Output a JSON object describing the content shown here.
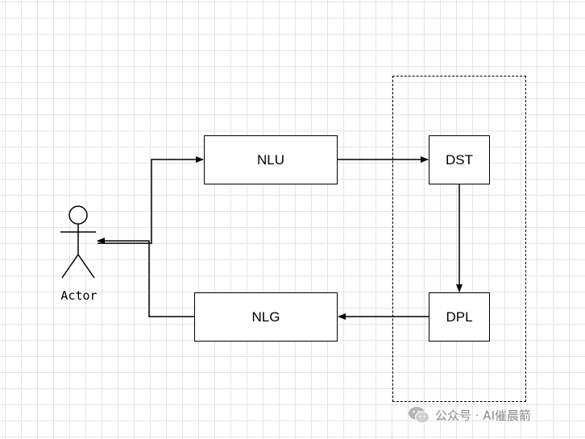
{
  "nodes": {
    "nlu": "NLU",
    "nlg": "NLG",
    "dst": "DST",
    "dpl": "DPL"
  },
  "actor": {
    "label": "Actor"
  },
  "watermark": {
    "text": "公众号 · AI催晨箭",
    "icon": "wechat-icon"
  },
  "colors": {
    "stroke": "#000000",
    "grid": "#e4e4e4",
    "watermark": "#8a8a8a"
  }
}
